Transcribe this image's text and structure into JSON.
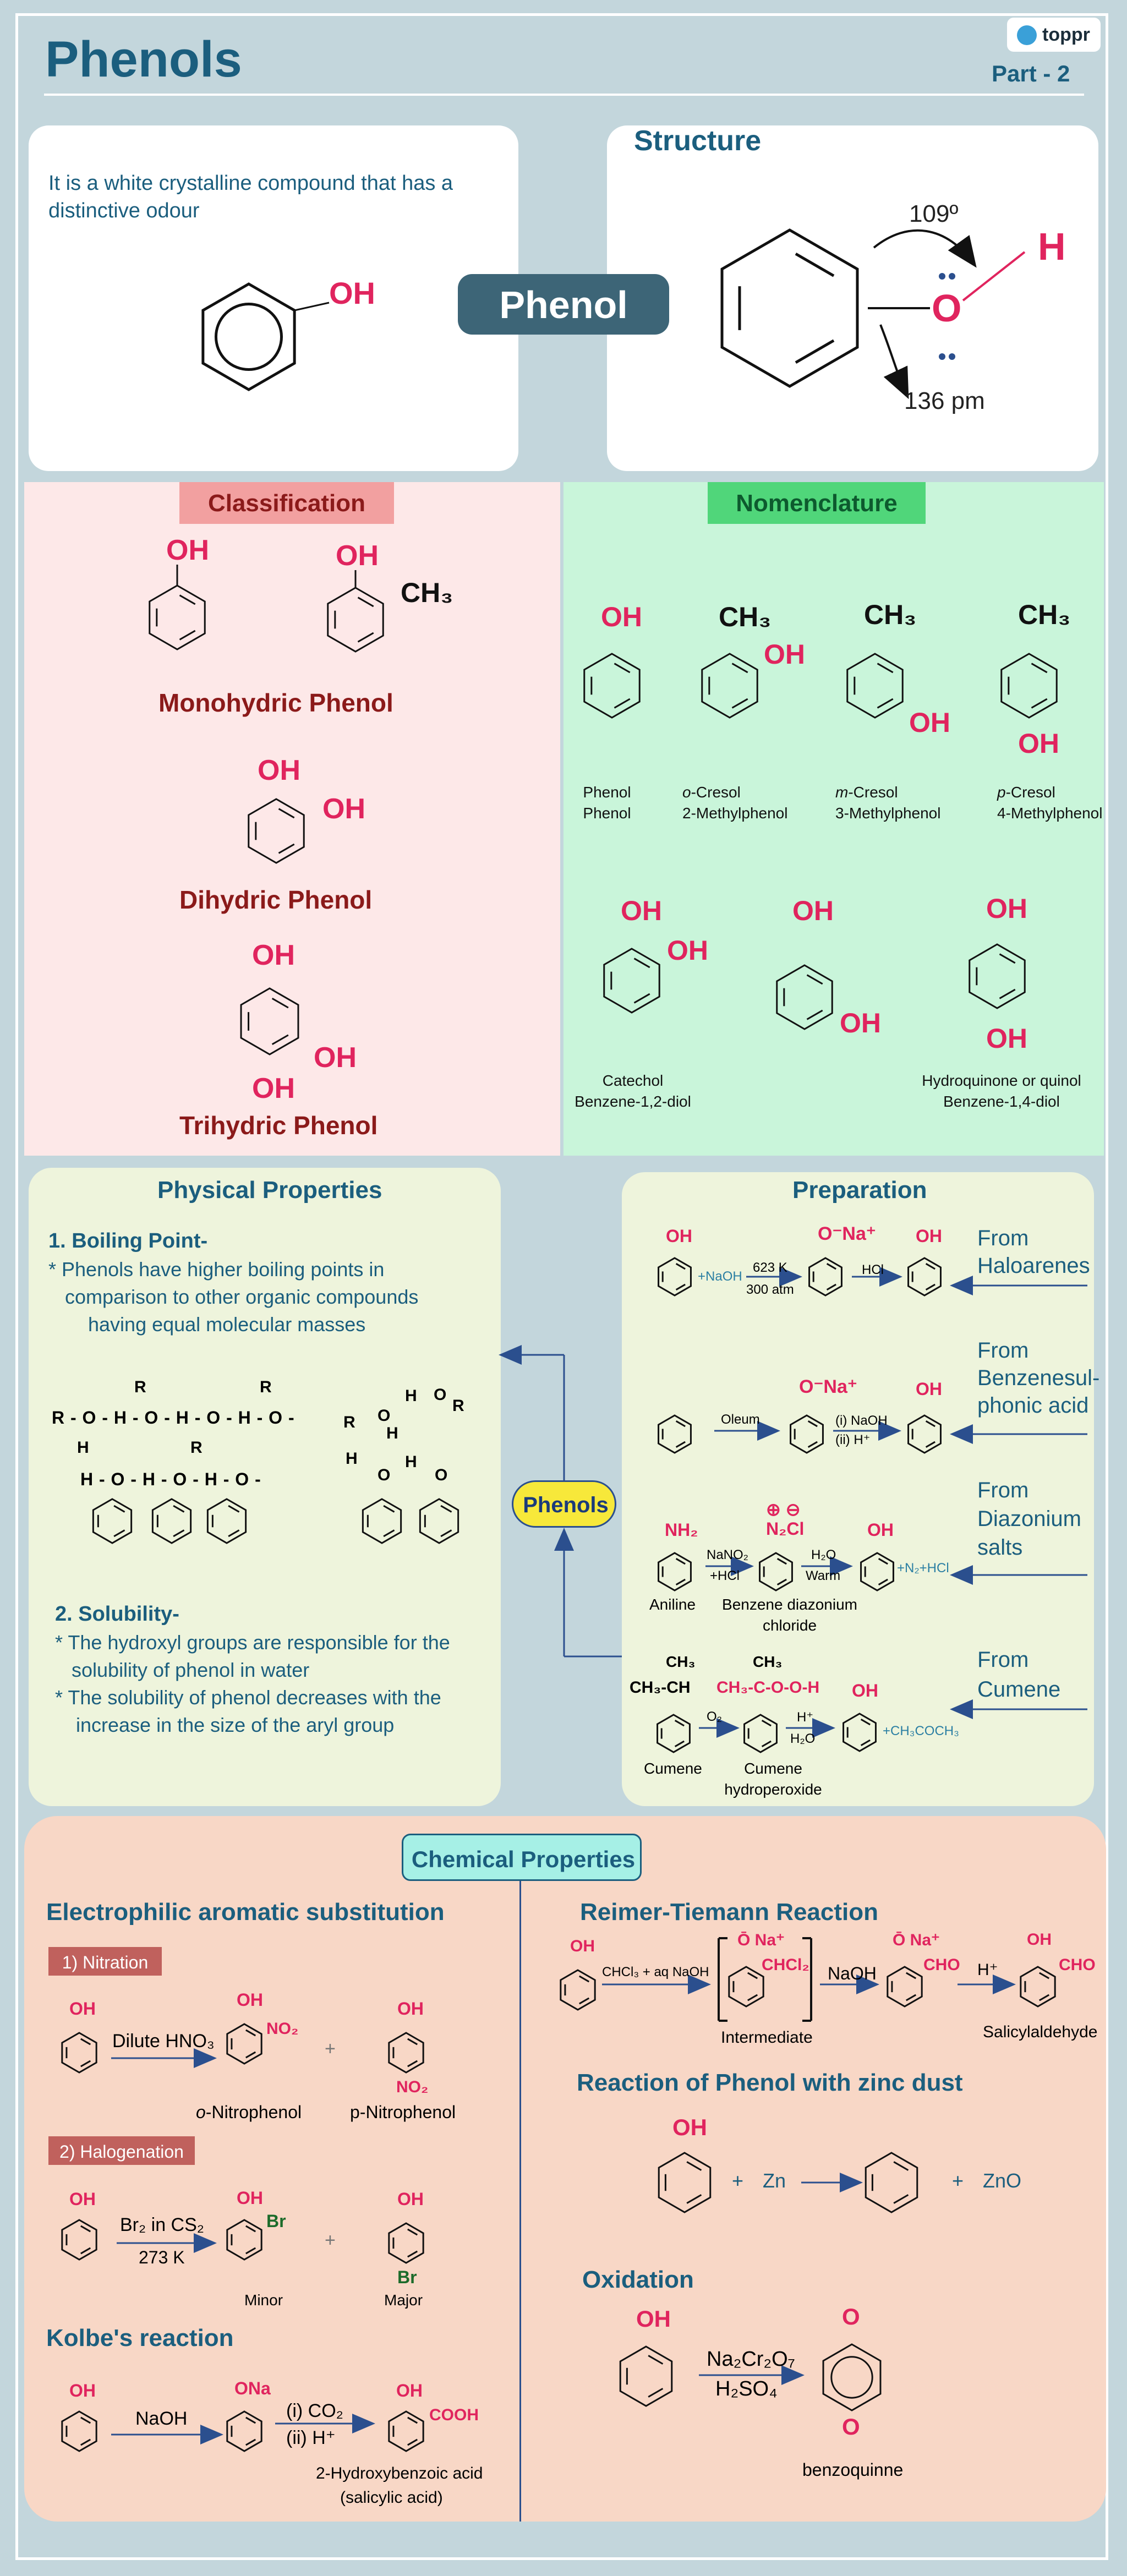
{
  "header": {
    "title": "Phenols",
    "part": "Part - 2",
    "brand": "toppr"
  },
  "intro": {
    "description_line1": "It is a white crystalline compound that has a",
    "description_line2": "distinctive odour",
    "oh": "OH",
    "center_label": "Phenol"
  },
  "structure": {
    "title": "Structure",
    "angle": "109º",
    "oxygen": "O",
    "hydrogen": "H",
    "bond_length": "136 pm"
  },
  "classification": {
    "title": "Classification",
    "oh": "OH",
    "ch3": "CH₃",
    "mono": "Monohydric Phenol",
    "di": "Dihydric Phenol",
    "tri": "Trihydric Phenol"
  },
  "nomenclature": {
    "title": "Nomenclature",
    "oh": "OH",
    "ch3": "CH₃",
    "items": [
      {
        "common": "Phenol",
        "iupac": "Phenol"
      },
      {
        "prefix": "o",
        "common": "-Cresol",
        "iupac": "2-Methylphenol"
      },
      {
        "prefix": "m",
        "common": "-Cresol",
        "iupac": "3-Methylphenol"
      },
      {
        "prefix": "p",
        "common": "-Cresol",
        "iupac": "4-Methylphenol"
      },
      {
        "common": "Catechol",
        "iupac": "Benzene-1,2-diol"
      },
      {
        "common": "",
        "iupac": ""
      },
      {
        "common": "Hydroquinone or quinol",
        "iupac": "Benzene-1,4-diol"
      }
    ]
  },
  "physical": {
    "title": "Physical Properties",
    "bp_heading": "1. Boiling Point-",
    "bp_line1": "* Phenols have higher boiling points in",
    "bp_line2": "comparison to other organic compounds",
    "bp_line3": "having equal molecular masses",
    "hb_r_line": "R",
    "hb_main": "R - O - H - O - H - O - H - O -",
    "hb_h": "H",
    "hb_r2": "R",
    "hb_second": "H - O - H - O - H - O -",
    "ring_r": "R",
    "ring_h": "H",
    "ring_o": "O",
    "sol_heading": "2. Solubility-",
    "sol_line1": "* The hydroxyl groups are responsible for the",
    "sol_line2": "solubility of phenol in water",
    "sol_line3": "* The solubility of phenol decreases with the",
    "sol_line4": "increase in the size of the aryl group"
  },
  "center_badge": "Phenols",
  "preparation": {
    "title": "Preparation",
    "oh": "OH",
    "r1_naoh": "+NaOH",
    "r1_cond1": "623 K",
    "r1_cond2": "300 atm",
    "r1_ona": "O⁻Na⁺",
    "r1_hcl": "HCl",
    "r1_from": "From",
    "r1_source": "Haloarenes",
    "r2_oleum": "Oleum",
    "r2_ona": "O⁻Na⁺",
    "r2_step1": "(i) NaOH",
    "r2_step2": "(ii) H⁺",
    "r2_from": "From",
    "r2_source1": "Benzenesul-",
    "r2_source2": "phonic acid",
    "r3_nh2": "NH₂",
    "r3_charges": "⊕ ⊖",
    "r3_n2cl": "N₂Cl",
    "r3_nano2": "NaNO₂",
    "r3_hcl": "+HCl",
    "r3_h2o": "H₂O",
    "r3_warm": "Warm",
    "r3_byproduct": "+N₂+HCl",
    "r3_aniline": "Aniline",
    "r3_bd1": "Benzene diazonium",
    "r3_bd2": "chloride",
    "r3_from": "From",
    "r3_source1": "Diazonium",
    "r3_source2": "salts",
    "r4_ch3": "CH₃",
    "r4_ch3ch": "CH₃-CH",
    "r4_cooh": "CH₃-C-O-O-H",
    "r4_o2": "O₂",
    "r4_h": "H⁺",
    "r4_h2o": "H₂O",
    "r4_byproduct": "+CH₃COCH₃",
    "r4_cumene": "Cumene",
    "r4_hp1": "Cumene",
    "r4_hp2": "hydroperoxide",
    "r4_from": "From",
    "r4_source": "Cumene"
  },
  "chemical": {
    "title": "Chemical Properties",
    "eas_title": "Electrophilic aromatic substitution",
    "nitration_label": "1) Nitration",
    "nitration_reagent": "Dilute HNO₃",
    "no2": "NO₂",
    "plus": "+",
    "oh": "OH",
    "o_nitro_prefix": "o",
    "o_nitro": "-Nitrophenol",
    "p_nitro": "p-Nitrophenol",
    "halogenation_label": "2) Halogenation",
    "hal_reagent": "Br₂ in CS₂",
    "hal_temp": "273 K",
    "br": "Br",
    "minor": "Minor",
    "major": "Major",
    "kolbe_title": "Kolbe's reaction",
    "kolbe_naoh": "NaOH",
    "kolbe_ona": "ONa",
    "kolbe_co2": "(i) CO₂",
    "kolbe_h": "(ii) H⁺",
    "kolbe_cooh": "COOH",
    "kolbe_prod1": "2-Hydroxybenzoic acid",
    "kolbe_prod2": "(salicylic acid)",
    "rt_title": "Reimer-Tiemann Reaction",
    "rt_reagent": "CHCl₃ + aq NaOH",
    "rt_ona": "Ō Na⁺",
    "rt_chcl2": "CHCl₂",
    "rt_naoh": "NaOH",
    "rt_cho": "CHO",
    "rt_h": "H⁺",
    "rt_intermediate": "Intermediate",
    "rt_product": "Salicylaldehyde",
    "zn_title": "Reaction of Phenol with zinc dust",
    "zn_plus": "+",
    "zn": "Zn",
    "zno": "ZnO",
    "ox_title": "Oxidation",
    "ox_reagent1": "Na₂Cr₂O₇",
    "ox_reagent2": "H₂SO₄",
    "ox_o": "O",
    "ox_product": "benzoquinne"
  },
  "colors": {
    "background": "#c3d6dc",
    "teal": "#1b5e7e",
    "red": "#e0245e",
    "classification_bg": "#fde8e8",
    "nomenclature_bg": "#c9f5da",
    "physical_bg": "#eef4dc",
    "chemical_bg": "#f8d7c6"
  }
}
